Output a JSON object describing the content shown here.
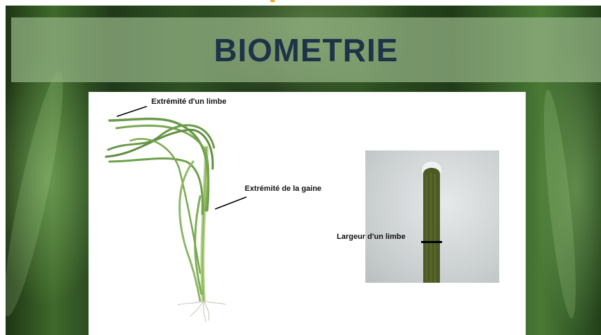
{
  "slide": {
    "title": "BIOMETRIE"
  },
  "labels": {
    "leaf_tip": "Extrémité d'un limbe",
    "sheath_tip": "Extrémité de la gaine",
    "leaf_width": "Largeur d'un limbe"
  },
  "colors": {
    "title_text": "#1f3348",
    "banner": "#96b487",
    "plant_green": "#6b9a4a",
    "blade_dark": "#4a5a22"
  }
}
